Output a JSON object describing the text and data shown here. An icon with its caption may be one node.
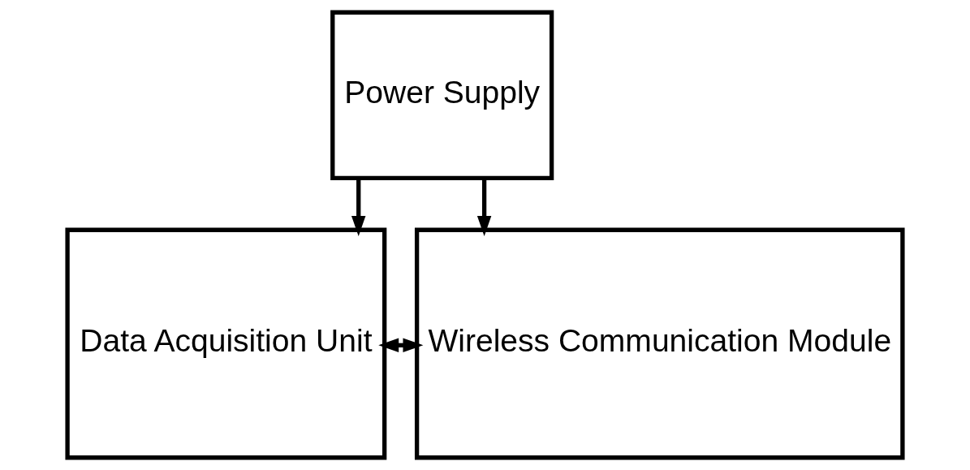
{
  "diagram": {
    "nodes": [
      {
        "text": [
          "Power Supply"
        ]
      },
      {
        "text": [
          "Data Acquisition Unit"
        ]
      },
      {
        "text": [
          "Wireless Communication Module"
        ]
      }
    ],
    "edges": [
      {
        "from": 0,
        "to": 1,
        "arrow": "to"
      },
      {
        "from": 0,
        "to": 2,
        "arrow": "to"
      },
      {
        "from": 1,
        "to": 2,
        "arrow": "both"
      }
    ]
  }
}
